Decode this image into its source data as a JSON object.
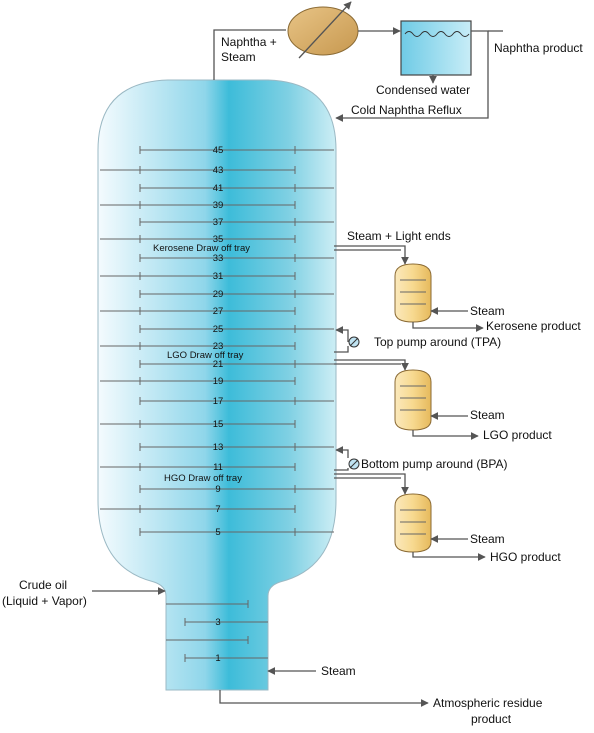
{
  "colors": {
    "column_edge": "#eef8fd",
    "column_mid": "#4cc0dc",
    "column_right": "#bde8f2",
    "condenser_fill": "#d8b070",
    "drum_fill": "#a8e0f2",
    "stripper_fill": "#f6dca0",
    "pipe": "#555555"
  },
  "labels": {
    "overhead_vapor": [
      "Naphtha +",
      "Steam"
    ],
    "condensed_water": "Condensed water",
    "naphtha_product": "Naphtha product",
    "reflux": "Cold Naphtha Reflux",
    "steam_light_ends": "Steam + Light ends",
    "kerosene_draw": "Kerosene Draw off tray",
    "lgo_draw": "LGO Draw off tray",
    "hgo_draw": "HGO Draw off tray",
    "tpa": "Top pump around (TPA)",
    "bpa": "Bottom pump around (BPA)",
    "kerosene_steam": "Steam",
    "kerosene_product": "Kerosene product",
    "lgo_steam": "Steam",
    "lgo_product": "LGO product",
    "hgo_steam": "Steam",
    "hgo_product": "HGO product",
    "feed": [
      "Crude oil",
      "(Liquid + Vapor)"
    ],
    "bottom_steam": "Steam",
    "residue": [
      "Atmospheric  residue",
      "product"
    ]
  },
  "trays": {
    "upper": [
      "45",
      "43",
      "41",
      "39",
      "37",
      "35",
      "33",
      "31",
      "29",
      "27",
      "25",
      "23",
      "21",
      "19",
      "17",
      "15",
      "13",
      "11",
      "9",
      "7",
      "5"
    ],
    "lower": [
      "",
      "3",
      "",
      "1"
    ]
  }
}
